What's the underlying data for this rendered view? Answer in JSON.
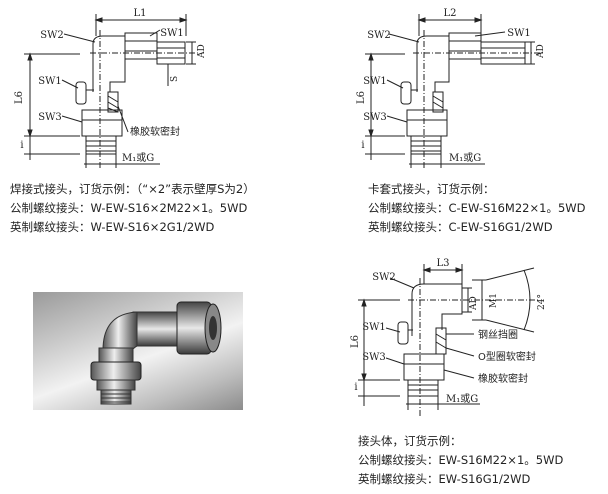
{
  "diagram_weld": {
    "labels": {
      "l1": "L1",
      "sw2": "SW2",
      "sw1_top": "SW1",
      "ad": "AD",
      "s": "S",
      "l6": "L6",
      "sw1_side": "SW1",
      "sw3": "SW3",
      "i": "i",
      "seal": "橡胶软密封",
      "thread": "M₁或G"
    }
  },
  "diagram_ferrule": {
    "labels": {
      "l2": "L2",
      "sw2": "SW2",
      "sw1_top": "SW1",
      "ad": "AD",
      "l6": "L6",
      "sw1_side": "SW1",
      "sw3": "SW3",
      "i": "i",
      "thread": "M₁或G"
    }
  },
  "diagram_body": {
    "labels": {
      "l3": "L3",
      "sw2": "SW2",
      "ad": "AD",
      "m1": "M1",
      "angle": "24°",
      "l6": "L6",
      "sw1": "SW1",
      "sw3": "SW3",
      "i": "i",
      "steel_ring": "钢丝挡圈",
      "o_ring": "O型圈软密封",
      "seal": "橡胶软密封",
      "thread": "M₁或G"
    }
  },
  "captions": {
    "weld": {
      "title": "焊接式接头，订货示例：（“×2”表示壁厚S为2）",
      "metric": "公制螺纹接头：W-EW-S16×2M22×1。5WD",
      "imperial": "英制螺纹接头：W-EW-S16×2G1/2WD"
    },
    "ferrule": {
      "title": "卡套式接头，订货示例：",
      "metric": "公制螺纹接头：C-EW-S16M22×1。5WD",
      "imperial": "英制螺纹接头：C-EW-S16G1/2WD"
    },
    "body": {
      "title": "接头体，订货示例：",
      "metric": "公制螺纹接头：EW-S16M22×1。5WD",
      "imperial": "英制螺纹接头：EW-S16G1/2WD"
    }
  },
  "photo": {
    "icon": "elbow-fitting-photo"
  }
}
